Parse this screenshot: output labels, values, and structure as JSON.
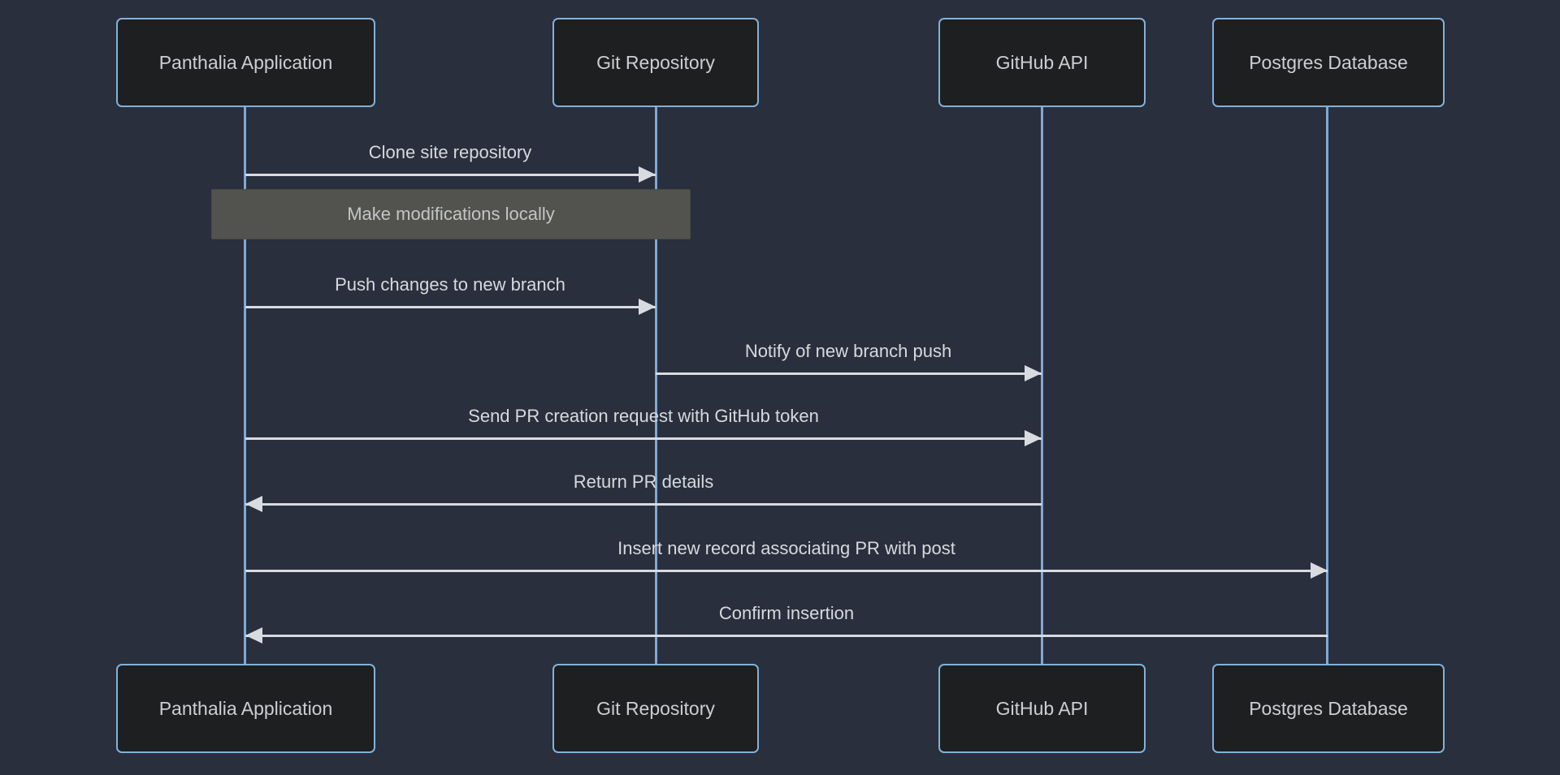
{
  "diagram": {
    "type": "sequence-diagram",
    "colors": {
      "background": "#292f3c",
      "actor_fill": "#1e1f21",
      "actor_border": "#81b1db",
      "actor_text": "#ccced2",
      "lifeline": "#7ea9d6",
      "signal_line": "#d8dbe0",
      "signal_text": "#d6d9de",
      "note_fill": "#52534e",
      "note_text": "#c3c5c7"
    },
    "actors": [
      {
        "name": "Panthalia Application"
      },
      {
        "name": "Git Repository"
      },
      {
        "name": "GitHub API"
      },
      {
        "name": "Postgres Database"
      }
    ],
    "messages": [
      {
        "label": "Clone site repository",
        "from": "Panthalia Application",
        "to": "Git Repository",
        "direction": "right",
        "style": "solid-filled-arrow"
      },
      {
        "label": "Push changes to new branch",
        "from": "Panthalia Application",
        "to": "Git Repository",
        "direction": "right",
        "style": "solid-filled-arrow"
      },
      {
        "label": "Notify of new branch push",
        "from": "Git Repository",
        "to": "GitHub API",
        "direction": "right",
        "style": "solid-filled-arrow"
      },
      {
        "label": "Send PR creation request with GitHub token",
        "from": "Panthalia Application",
        "to": "GitHub API",
        "direction": "right",
        "style": "solid-filled-arrow"
      },
      {
        "label": "Return PR details",
        "from": "GitHub API",
        "to": "Panthalia Application",
        "direction": "left",
        "style": "solid-filled-arrow"
      },
      {
        "label": "Insert new record associating PR with post",
        "from": "Panthalia Application",
        "to": "Postgres Database",
        "direction": "right",
        "style": "solid-filled-arrow"
      },
      {
        "label": "Confirm insertion",
        "from": "Postgres Database",
        "to": "Panthalia Application",
        "direction": "left",
        "style": "solid-filled-arrow"
      }
    ],
    "note": {
      "label": "Make modifications locally",
      "over": [
        "Panthalia Application",
        "Git Repository"
      ]
    }
  }
}
